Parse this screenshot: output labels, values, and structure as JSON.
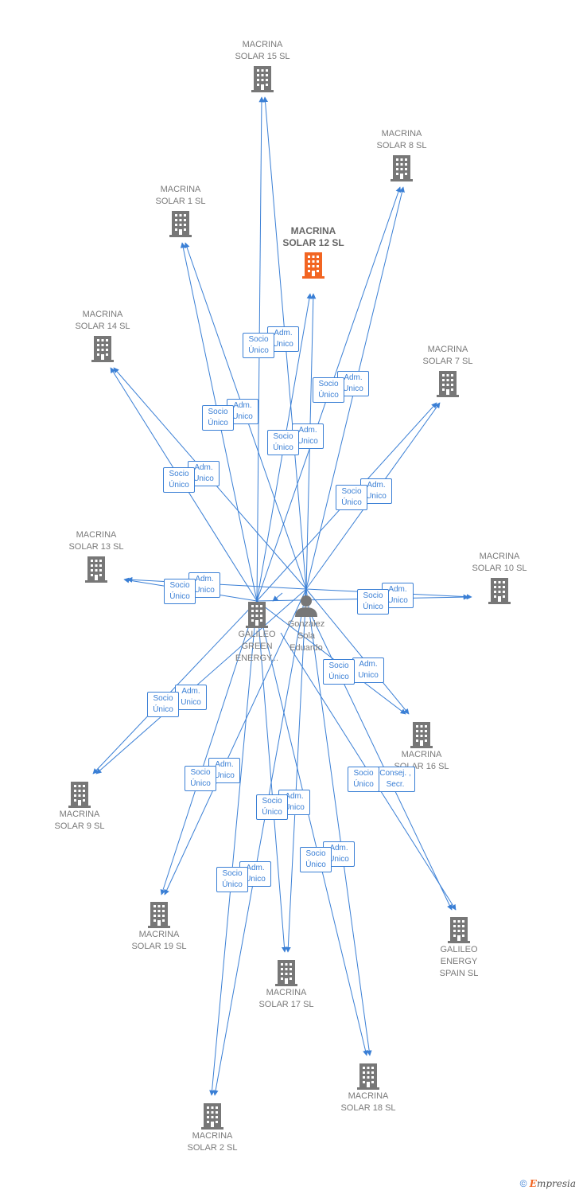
{
  "colors": {
    "edge": "#3a7fd5",
    "company": "#777777",
    "focus": "#f26522",
    "person": "#777777"
  },
  "nodes": {
    "ms15": {
      "label": "MACRINA\nSOLAR 15  SL",
      "icon": "building-icon"
    },
    "ms8": {
      "label": "MACRINA\nSOLAR 8  SL",
      "icon": "building-icon"
    },
    "ms1": {
      "label": "MACRINA\nSOLAR 1  SL",
      "icon": "building-icon"
    },
    "ms12": {
      "label": "MACRINA\nSOLAR 12  SL",
      "icon": "building-icon"
    },
    "ms14": {
      "label": "MACRINA\nSOLAR 14  SL",
      "icon": "building-icon"
    },
    "ms7": {
      "label": "MACRINA\nSOLAR 7  SL",
      "icon": "building-icon"
    },
    "ms13": {
      "label": "MACRINA\nSOLAR 13  SL",
      "icon": "building-icon"
    },
    "ms10": {
      "label": "MACRINA\nSOLAR 10  SL",
      "icon": "building-icon"
    },
    "galileo_green": {
      "label": "GALILEO\nGREEN\nENERGY...",
      "icon": "building-icon"
    },
    "person": {
      "label": "Gonzalez\nSola\nEduardo",
      "icon": "person-icon"
    },
    "ms16": {
      "label": "MACRINA\nSOLAR 16  SL",
      "icon": "building-icon"
    },
    "ms9": {
      "label": "MACRINA\nSOLAR 9  SL",
      "icon": "building-icon"
    },
    "galileo_spain": {
      "label": "GALILEO\nENERGY\nSPAIN  SL",
      "icon": "building-icon"
    },
    "ms19": {
      "label": "MACRINA\nSOLAR 19  SL",
      "icon": "building-icon"
    },
    "ms17": {
      "label": "MACRINA\nSOLAR 17  SL",
      "icon": "building-icon"
    },
    "ms18": {
      "label": "MACRINA\nSOLAR 18  SL",
      "icon": "building-icon"
    },
    "ms2": {
      "label": "MACRINA\nSOLAR 2  SL",
      "icon": "building-icon"
    }
  },
  "roles": {
    "socio_unico": "Socio\nÚnico",
    "adm_unico": "Adm.\nUnico",
    "consej_secr": "Consej. ,\nSecr."
  },
  "footer": {
    "copyright": "©",
    "brand_e": "E",
    "brand_rest": "mpresia"
  }
}
